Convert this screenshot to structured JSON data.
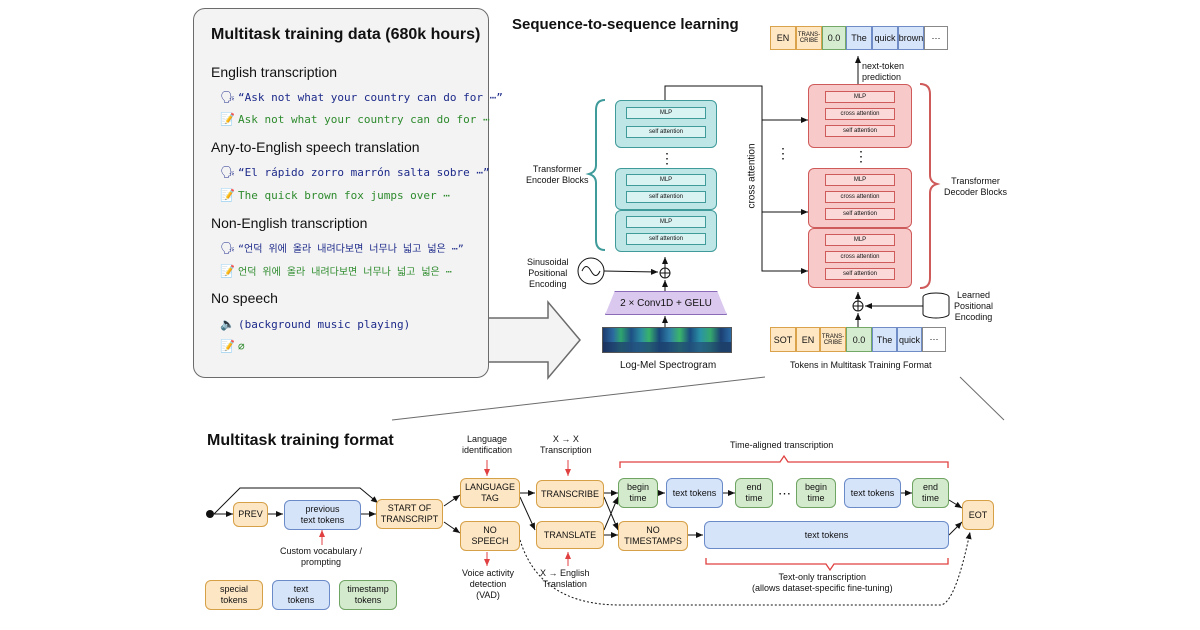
{
  "left_panel": {
    "title": "Multitask training data (680k hours)",
    "sections": [
      {
        "heading": "English transcription",
        "speech": "“Ask not what your country can do for ⋯”",
        "text": "Ask not what your country can do for ⋯"
      },
      {
        "heading": "Any-to-English speech translation",
        "speech": "“El rápido zorro marrón salta sobre ⋯”",
        "text": "The quick brown fox jumps over ⋯"
      },
      {
        "heading": "Non-English transcription",
        "speech": "“언덕 위에 올라 내려다보면 너무나 넓고 넓은 ⋯”",
        "text": "언덕 위에 올라 내려다보면 너무나 넓고 넓은 ⋯"
      },
      {
        "heading": "No speech",
        "speech": "(background music playing)",
        "text": "∅"
      }
    ],
    "icons": {
      "speech": "speaker-icon",
      "text": "memo-icon",
      "no_speech": "speaker-low-icon"
    }
  },
  "seq2seq": {
    "title": "Sequence-to-sequence learning",
    "encoder_label": "Transformer\nEncoder Blocks",
    "decoder_label": "Transformer\nDecoder Blocks",
    "mlp": "MLP",
    "self_attention": "self attention",
    "cross_attention": "cross attention",
    "cross_attention_vertical": "cross attention",
    "dots": "⋮",
    "hdots": "⋮",
    "sinusoidal": "Sinusoidal\nPositional\nEncoding",
    "conv": "2 × Conv1D + GELU",
    "spectrogram": "Log-Mel Spectrogram",
    "learned": "Learned\nPositional\nEncoding",
    "next_token": "next-token\nprediction",
    "tokens_caption": "Tokens in Multitask Training Format",
    "output_tokens": [
      "EN",
      "TRANS-\nCRIBE",
      "0.0",
      "The",
      "quick",
      "brown",
      "⋯"
    ],
    "input_tokens": [
      "SOT",
      "EN",
      "TRANS-\nCRIBE",
      "0.0",
      "The",
      "quick",
      "⋯"
    ]
  },
  "bottom_panel": {
    "title": "Multitask training format",
    "prev": "PREV",
    "previous_text": "previous\ntext tokens",
    "start": "START OF\nTRANSCRIPT",
    "language_tag": "LANGUAGE\nTAG",
    "no_speech": "NO\nSPEECH",
    "transcribe": "TRANSCRIBE",
    "translate": "TRANSLATE",
    "begin_time": "begin\ntime",
    "end_time": "end\ntime",
    "text_tokens": "text tokens",
    "no_timestamps": "NO\nTIMESTAMPS",
    "eot": "EOT",
    "dots": "⋯",
    "lang_id": "Language\nidentification",
    "x_to_x": "X → X\nTranscription",
    "x_to_en": "X → English\nTranslation",
    "vad": "Voice activity\ndetection\n(VAD)",
    "custom_vocab": "Custom vocabulary /\nprompting",
    "time_aligned": "Time-aligned transcription",
    "text_only": "Text-only transcription\n(allows dataset-specific fine-tuning)",
    "legend": [
      "special\ntokens",
      "text\ntokens",
      "timestamp\ntokens"
    ]
  },
  "colors": {
    "special": "#fde6c4",
    "text": "#d6e4fa",
    "timestamp": "#d4eacd",
    "encoder": "#bfe6e6",
    "decoder": "#f8c9c9",
    "conv": "#dac8ee",
    "arrow_red": "#e04040",
    "speech_blue": "#1d2a8a",
    "text_green": "#2e8b2e"
  }
}
